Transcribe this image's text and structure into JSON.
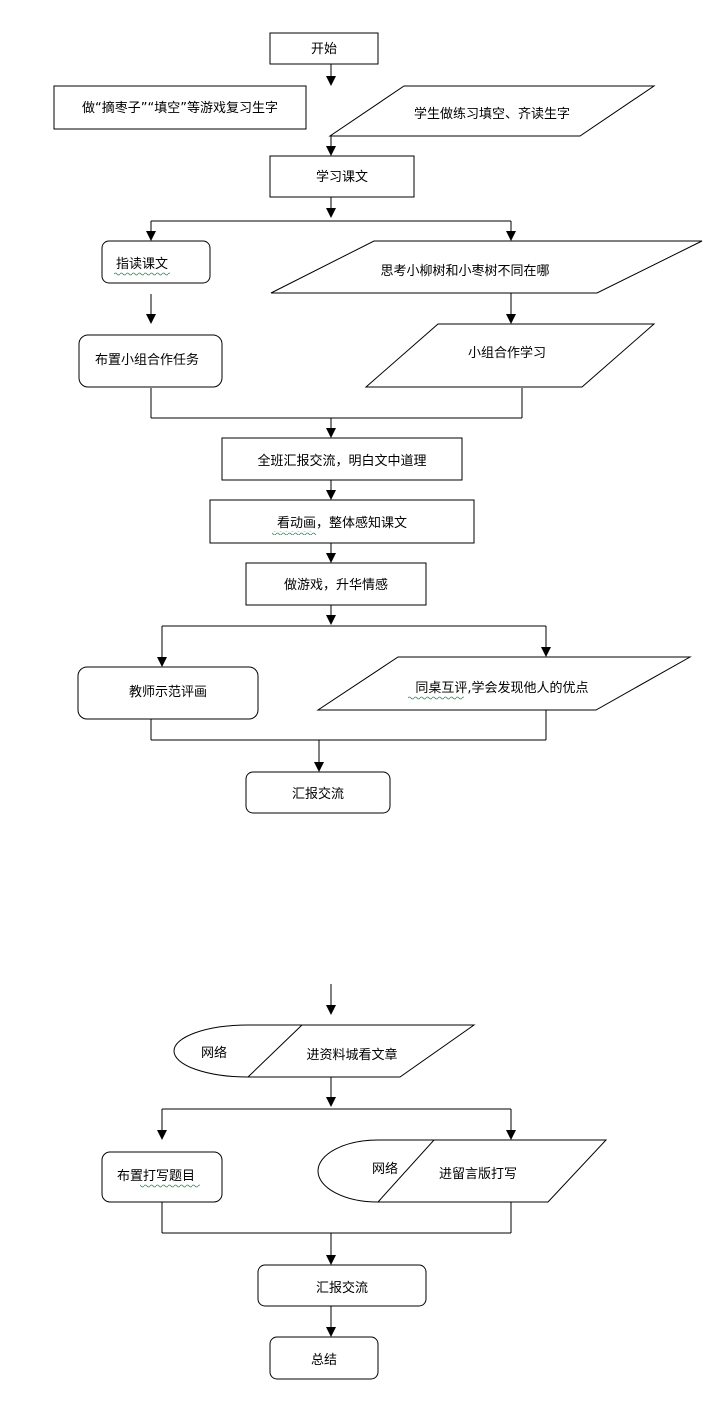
{
  "nodes": {
    "start": "开始",
    "review_game": "做“摘枣子”“填空”等游戏复习生字",
    "student_practice": "学生做练习填空、齐读生字",
    "learn_text": "学习课文",
    "read_text": "指读课文",
    "think_trees": "思考小柳树和小枣树不同在哪",
    "assign_group_task": "布置小组合作任务",
    "group_study": "小组合作学习",
    "class_report": "全班汇报交流，明白文中道理",
    "watch_animation": "看动画，整体感知课文",
    "play_game": "做游戏，升华情感",
    "teacher_demo": "教师示范评画",
    "peer_review": "同桌互评,学会发现他人的优点",
    "report_1": "汇报交流",
    "net_1_tag": "网络",
    "net_1_text": "进资料城看文章",
    "assign_writing": "布置打写题目",
    "net_2_tag": "网络",
    "net_2_text": "进留言版打写",
    "report_2": "汇报交流",
    "summary": "总结"
  }
}
